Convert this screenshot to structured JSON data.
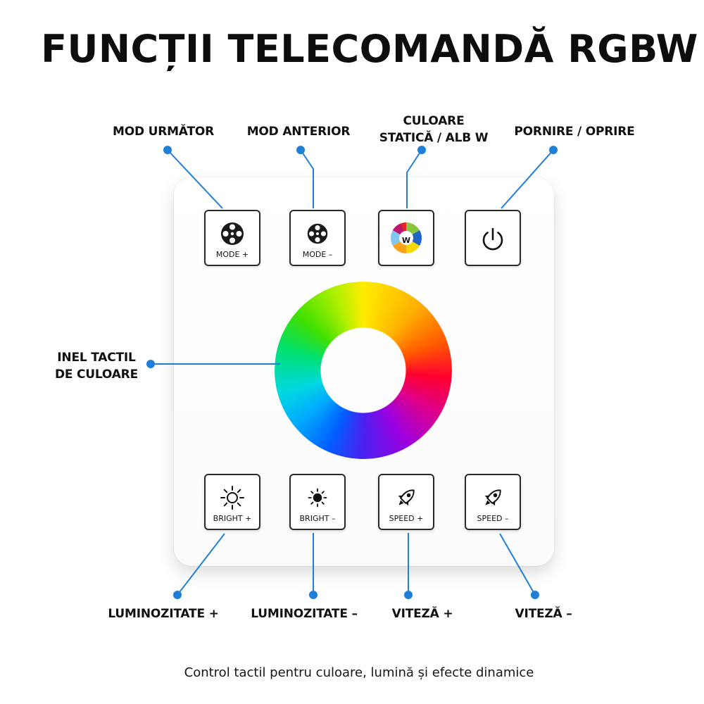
{
  "title": "FUNCȚII TELECOMANDĂ RGBW",
  "callouts": {
    "next_mode": "MOD URMĂTOR",
    "prev_mode": "MOD ANTERIOR",
    "static_color_line1": "CULOARE",
    "static_color_line2": "STATICĂ / ALB W",
    "power": "PORNIRE / OPRIRE",
    "ring_line1": "INEL TACTIL",
    "ring_line2": "DE CULOARE",
    "bright_up": "LUMINOZITATE +",
    "bright_down": "LUMINOZITATE –",
    "speed_up": "VITEZĂ +",
    "speed_down": "VITEZĂ –"
  },
  "buttons": {
    "mode_plus": "MODE +",
    "mode_minus": "MODE –",
    "white_badge": "W",
    "bright_plus": "BRIGHT +",
    "bright_minus": "BRIGHT –",
    "speed_plus": "SPEED +",
    "speed_minus": "SPEED –"
  },
  "icons": {
    "mode_plus": "film-reel-icon",
    "mode_minus": "film-reel-icon",
    "static_color": "color-wheel-icon",
    "power": "power-icon",
    "bright_plus": "sun-outline-icon",
    "bright_minus": "sun-filled-icon",
    "speed_plus": "rocket-icon",
    "speed_minus": "rocket-icon"
  },
  "colors": {
    "accent_line": "#1f7fd6",
    "button_border": "#2a2a2a",
    "text": "#111111"
  },
  "footer": "Control tactil pentru culoare, lumină și efecte dinamice"
}
